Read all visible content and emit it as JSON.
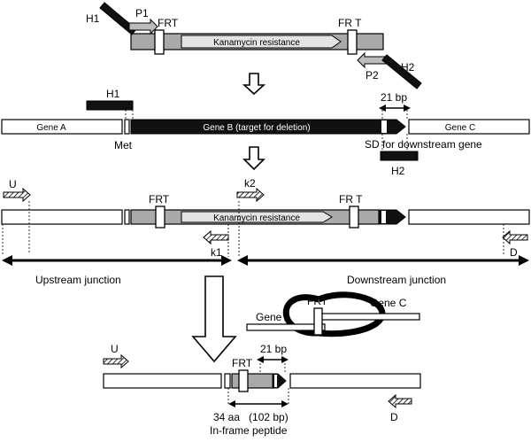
{
  "labels": {
    "h1_top": "H1",
    "p1": "P1",
    "frt_top_left": "FRT",
    "frt_top_right": "FR T",
    "kan_top": "Kanamycin resistance",
    "p2": "P2",
    "h2_top": "H2",
    "h1_mid": "H1",
    "gene_a": "Gene A",
    "gene_b": "Gene B (target for deletion)",
    "gene_c": "Gene C",
    "met": "Met",
    "bp21_top": "21 bp",
    "sd": "SD for downstream gene",
    "h2_mid": "H2",
    "u_primer": "U",
    "k2": "k2",
    "frt_ins_left": "FRT",
    "frt_ins_right": "FR T",
    "kan_ins": "Kanamycin resistance",
    "k1": "k1",
    "d_primer": "D",
    "upstream_junction": "Upstream junction",
    "downstream_junction": "Downstream junction",
    "frt_loop": "FRT",
    "gene_c_loop": "Gene C",
    "gene_a_loop": "Gene A",
    "u_bottom": "U",
    "frt_bottom": "FRT",
    "bp21_bottom": "21 bp",
    "d_bottom": "D",
    "aa_label": "34 aa   (102 bp)",
    "inframe": "In-frame peptide"
  }
}
